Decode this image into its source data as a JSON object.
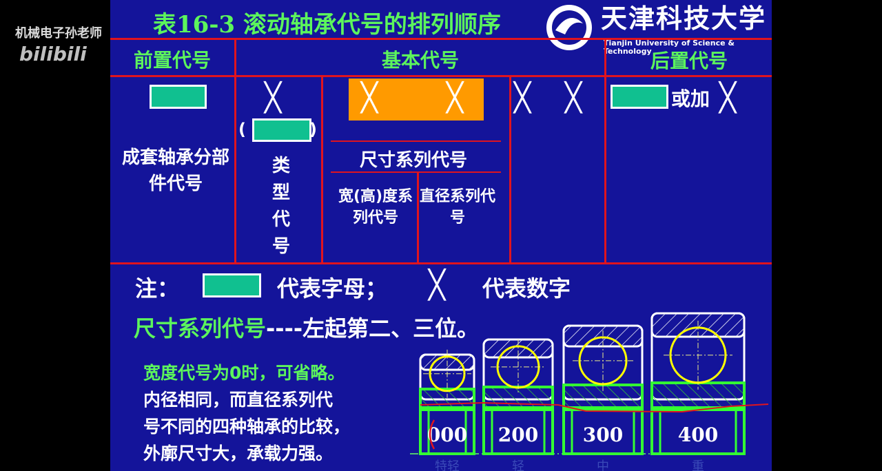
{
  "watermark": {
    "channel": "机械电子孙老师",
    "logo": "bilibili"
  },
  "slide": {
    "title": "表16-3  滚动轴承代号的排列顺序",
    "university": {
      "name_cn": "天津科技大学",
      "name_en": "Tianjin University of Science & Technology"
    },
    "table": {
      "headers": [
        "前置代号",
        "基本代号",
        "后置代号"
      ],
      "prefix_desc": "成套轴承分部件代号",
      "type_desc": [
        "类",
        "型",
        "代",
        "号"
      ],
      "paren_open": "(",
      "paren_close": ")",
      "x_symbol": "╳",
      "size_series": "尺寸系列代号",
      "width_series": "宽(高)度系列代号",
      "diameter_series": "直径系列代号",
      "suffix_or_add": "或加"
    },
    "note": {
      "label": "注：",
      "letter_desc": "代表字母；",
      "digit_desc": "代表数字"
    },
    "size_line": {
      "label": "尺寸系列代号",
      "rest": "----左起第二、三位。"
    },
    "explain": {
      "line1": "宽度代号为0时，可省略。",
      "line2": "内径相同，而直径系列代",
      "line3": "号不同的四种轴承的比较，",
      "line4": "外廓尺寸大，承载力强。"
    },
    "bearings": [
      {
        "code": "000",
        "series": "特轻"
      },
      {
        "code": "200",
        "series": "轻"
      },
      {
        "code": "300",
        "series": "中"
      },
      {
        "code": "400",
        "series": "重"
      }
    ],
    "colors": {
      "background": "#14149a",
      "title": "#5cf55c",
      "lines": "#e0141e",
      "letter_box": "#10c090",
      "size_box": "#ff9a00"
    }
  }
}
